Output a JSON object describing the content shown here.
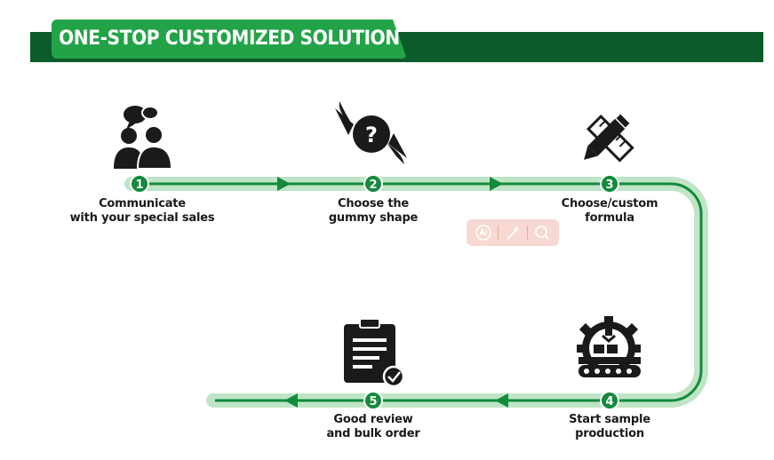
{
  "banner": {
    "title": "ONE-STOP CUSTOMIZED SOLUTION",
    "colors": {
      "bar": "#0c5b2a",
      "tab": "#23a347",
      "text": "#ffffff"
    }
  },
  "flow": {
    "colors": {
      "track_light": "#bfe5c6",
      "track_line": "#138a3c",
      "badge": "#138a3c",
      "arrow": "#138a3c",
      "icon": "#1a1a1a"
    },
    "steps": [
      {
        "number": "1",
        "lines": [
          "Communicate",
          "with your special sales"
        ],
        "icon": "people-chat-icon"
      },
      {
        "number": "2",
        "lines": [
          "Choose the",
          "gummy shape"
        ],
        "icon": "candy-question-icon"
      },
      {
        "number": "3",
        "lines": [
          "Choose/custom",
          "formula"
        ],
        "icon": "pencil-ruler-icon"
      },
      {
        "number": "4",
        "lines": [
          "Start sample",
          "production"
        ],
        "icon": "factory-gear-icon"
      },
      {
        "number": "5",
        "lines": [
          "Good review",
          "and bulk order"
        ],
        "icon": "clipboard-check-icon"
      }
    ]
  },
  "toolbar": {
    "items": [
      {
        "icon": "ai-icon"
      },
      {
        "icon": "magic-wand-icon"
      },
      {
        "icon": "search-icon"
      }
    ]
  }
}
